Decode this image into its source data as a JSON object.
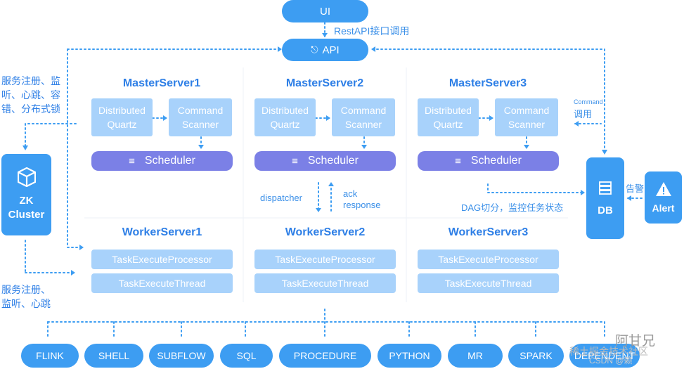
{
  "ui": "UI",
  "api": "API",
  "rest_label": "RestAPI接口调用",
  "left_note_top": [
    "服务注册、监",
    "听、心跳、容",
    "错、分布式锁"
  ],
  "left_note_bottom": [
    "服务注册、",
    "监听、心跳"
  ],
  "zk": [
    "ZK",
    "Cluster"
  ],
  "masters": [
    {
      "title": "MasterServer1",
      "dq": [
        "Distributed",
        "Quartz"
      ],
      "cs": [
        "Command",
        "Scanner"
      ],
      "sched": "Scheduler"
    },
    {
      "title": "MasterServer2",
      "dq": [
        "Distributed",
        "Quartz"
      ],
      "cs": [
        "Command",
        "Scanner"
      ],
      "sched": "Scheduler"
    },
    {
      "title": "MasterServer3",
      "dq": [
        "Distributed",
        "Quartz"
      ],
      "cs": [
        "Command",
        "Scanner"
      ],
      "sched": "Scheduler"
    }
  ],
  "workers": [
    {
      "title": "WorkerServer1",
      "p": "TaskExecuteProcessor",
      "t": "TaskExecuteThread"
    },
    {
      "title": "WorkerServer2",
      "p": "TaskExecuteProcessor",
      "t": "TaskExecuteThread"
    },
    {
      "title": "WorkerServer3",
      "p": "TaskExecuteProcessor",
      "t": "TaskExecuteThread"
    }
  ],
  "dispatcher": "dispatcher",
  "ack": [
    "ack",
    "response"
  ],
  "dag_label": "DAG切分，监控任务状态",
  "command_tiny": "Command",
  "command_call": "调用",
  "db": "DB",
  "alert_label": "告警",
  "alert": "Alert",
  "tasks": [
    "FLINK",
    "SHELL",
    "SUBFLOW",
    "SQL",
    "PROCEDURE",
    "PYTHON",
    "MR",
    "SPARK",
    "DEPENDENT"
  ],
  "watermark_name": "阿甘兄",
  "watermark_sub": "稀土掘金技术社区",
  "watermark_csdn": "CSDN @赖"
}
